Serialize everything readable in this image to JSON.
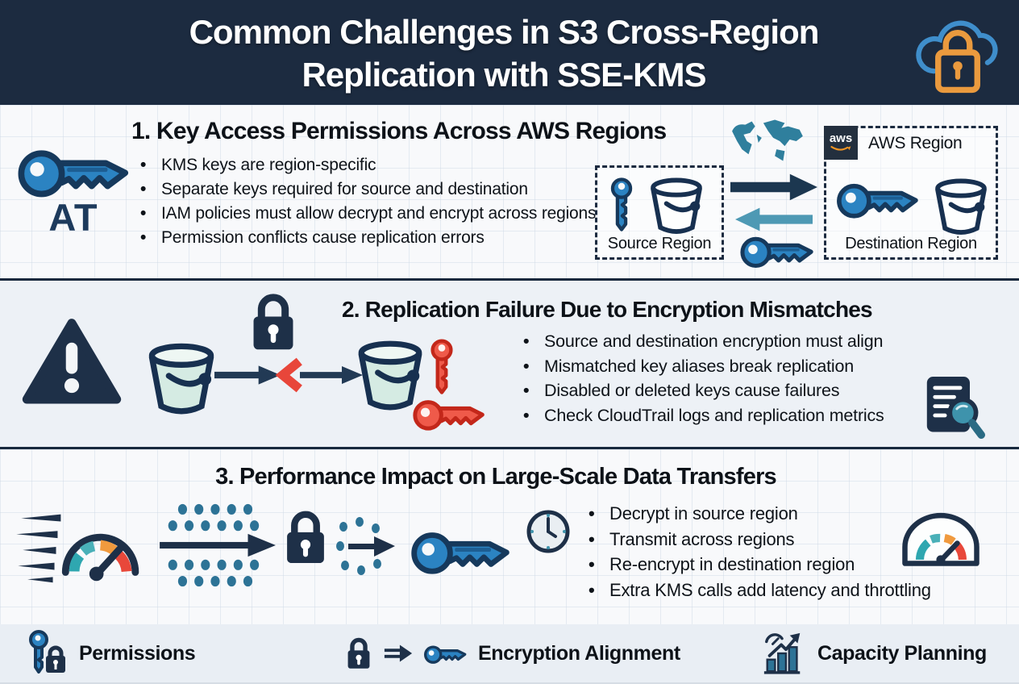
{
  "header": {
    "title_line1": "Common Challenges in S3 Cross-Region",
    "title_line2": "Replication with SSE-KMS"
  },
  "section1": {
    "heading": "1. Key Access Permissions Across AWS Regions",
    "side_label": "AT",
    "bullets": [
      "KMS keys are region-specific",
      "Separate keys required for source and destination",
      "IAM policies must allow decrypt and encrypt across regions",
      "Permission conflicts cause replication errors"
    ],
    "diagram": {
      "source_label": "Source Region",
      "aws_logo_text": "aws",
      "aws_region_label": "AWS Region",
      "destination_label": "Destination Region"
    }
  },
  "section2": {
    "heading": "2. Replication Failure Due to Encryption Mismatches",
    "bullets": [
      "Source and destination encryption must align",
      "Mismatched key aliases break replication",
      "Disabled or deleted keys cause failures",
      "Check CloudTrail logs and replication metrics"
    ]
  },
  "section3": {
    "heading": "3. Performance Impact on Large-Scale Data Transfers",
    "bullets": [
      "Decrypt in source region",
      "Transmit across regions",
      "Re-encrypt in destination region",
      "Extra KMS calls add latency and throttling"
    ]
  },
  "footer": {
    "items": [
      {
        "label": "Permissions"
      },
      {
        "label": "Encryption Alignment"
      },
      {
        "label": "Capacity Planning"
      }
    ]
  },
  "icons": [
    "cloud-lock",
    "key",
    "world-map",
    "bucket",
    "aws-logo",
    "warning-triangle",
    "padlock",
    "red-key",
    "mismatch-chevron",
    "document-magnifier",
    "speedometer",
    "data-dots",
    "clock",
    "gauge",
    "key-lock",
    "lock-arrow-key",
    "capacity-chart"
  ],
  "colors": {
    "header_bg": "#1c2b40",
    "navy": "#1e3048",
    "blue_key": "#2b83c2",
    "teal": "#3e93ac",
    "map_teal": "#2f7f9d",
    "red": "#e8463a",
    "orange": "#ee9a3d",
    "aws_orange": "#f19524",
    "bucket_fill": "#d5ebe3",
    "section2_bg": "#edf1f6",
    "footer_bg": "#e9eef4"
  }
}
